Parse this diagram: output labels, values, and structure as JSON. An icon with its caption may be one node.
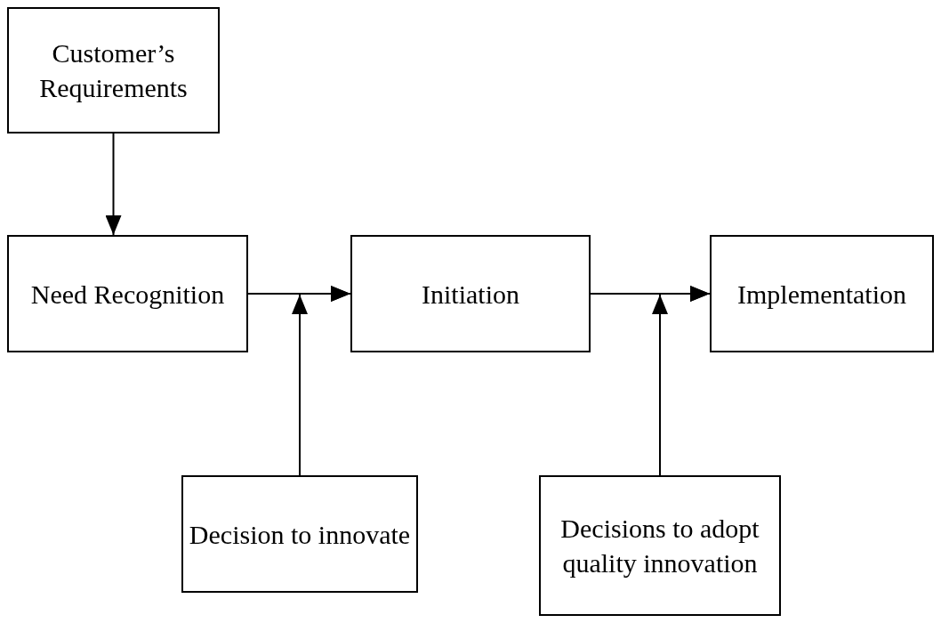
{
  "diagram": {
    "nodes": [
      {
        "text": [
          "Customer’s Requirements"
        ]
      },
      {
        "text": [
          "Need Recognition"
        ]
      },
      {
        "text": [
          "Initiation"
        ]
      },
      {
        "text": [
          "Implementation"
        ]
      },
      {
        "text": [
          "Decision to innovate"
        ]
      },
      {
        "text": [
          "Decisions to adopt quality innovation"
        ]
      }
    ],
    "edges": [
      {
        "from": 0,
        "to": 1,
        "arrow": "to"
      },
      {
        "from": 1,
        "to": 2,
        "arrow": "to"
      },
      {
        "from": 4,
        "to": 2,
        "arrow": "to"
      },
      {
        "from": 2,
        "to": 3,
        "arrow": "to"
      },
      {
        "from": 5,
        "to": 3,
        "arrow": "to"
      }
    ]
  }
}
